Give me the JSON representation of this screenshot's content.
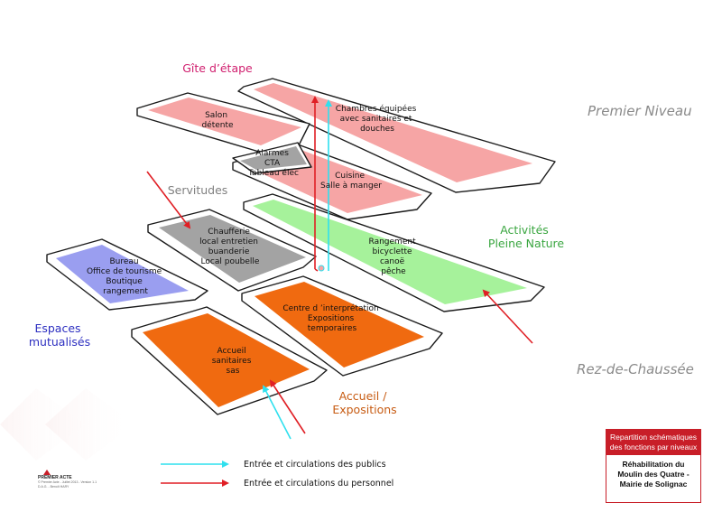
{
  "levels": {
    "upper": "Premier Niveau",
    "ground": "Rez-de-Chaussée"
  },
  "zones": {
    "gite": "Gîte d’étape",
    "servitudes": "Servitudes",
    "activites": [
      "Activités",
      "Pleine Nature"
    ],
    "espaces": [
      "Espaces",
      "mutualisés"
    ],
    "accueil": [
      "Accueil /",
      "Expositions"
    ]
  },
  "panels": {
    "salon": [
      "Salon",
      "détente"
    ],
    "chambres": [
      "Chambres équipées",
      "avec sanitaires et",
      "douches"
    ],
    "alarmes": [
      "Alarmes",
      "CTA",
      "Tableau élec"
    ],
    "cuisine": [
      "Cuisine",
      "Salle à manger"
    ],
    "chaufferie": [
      "Chaufferie",
      "local entretien",
      "buanderie",
      "Local poubelle"
    ],
    "bureau": [
      "Bureau",
      "Office de tourisme",
      "Boutique",
      "rangement"
    ],
    "rangement": [
      "Rangement",
      "bicyclette",
      "canoë",
      "pêche"
    ],
    "centre": [
      "Centre d ’interprétation",
      "Expositions",
      "temporaires"
    ],
    "accueil_sas": [
      "Accueil",
      "sanitaires",
      "sas"
    ]
  },
  "legend": {
    "public": "Entrée et circulations des publics",
    "staff": "Entrée et circulations du personnel"
  },
  "badge": {
    "header": [
      "Repartition schématiques",
      "des fonctions par niveaux"
    ],
    "body": [
      "Réhabilitation du",
      "Moulin des Quatre -",
      "Mairie de Solignac"
    ]
  },
  "logo": {
    "name": "PREMIER ACTE",
    "lines": [
      "© Premier Acte - Juillet 2013 - Version 1.1",
      "D.A.G. - Benoît HARY"
    ]
  },
  "colors": {
    "pink": "#f6a5a5",
    "gray": "#a3a3a3",
    "blue": "#9a9ef0",
    "green": "#a6f29b",
    "orange": "#f06a10",
    "gite": "#d01e6e",
    "servitudes": "#7f7f7f",
    "activites": "#3aa640",
    "espaces": "#2c2ec0",
    "accueil": "#c75b12",
    "arrow_public": "#2fe0ee",
    "arrow_staff": "#e01f25"
  },
  "icons": [
    "arrow-public-icon",
    "arrow-staff-icon",
    "premier-acte-logo-icon"
  ]
}
